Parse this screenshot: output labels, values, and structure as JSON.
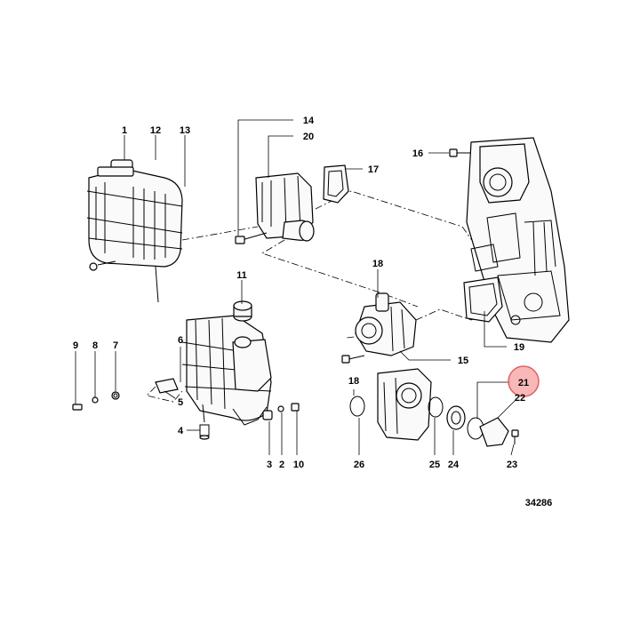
{
  "figure_number": "34286",
  "highlighted_callout": "21",
  "highlight_color": "#f5a0a0",
  "callouts": {
    "c1": "1",
    "c2": "2",
    "c3": "3",
    "c4": "4",
    "c5": "5",
    "c6": "6",
    "c7": "7",
    "c8": "8",
    "c9": "9",
    "c10": "10",
    "c11": "11",
    "c12": "12",
    "c13": "13",
    "c14": "14",
    "c15": "15",
    "c16": "16",
    "c17": "17",
    "c18a": "18",
    "c18b": "18",
    "c19": "19",
    "c20": "20",
    "c21": "21",
    "c22": "22",
    "c23": "23",
    "c24": "24",
    "c25": "25",
    "c26": "26"
  }
}
